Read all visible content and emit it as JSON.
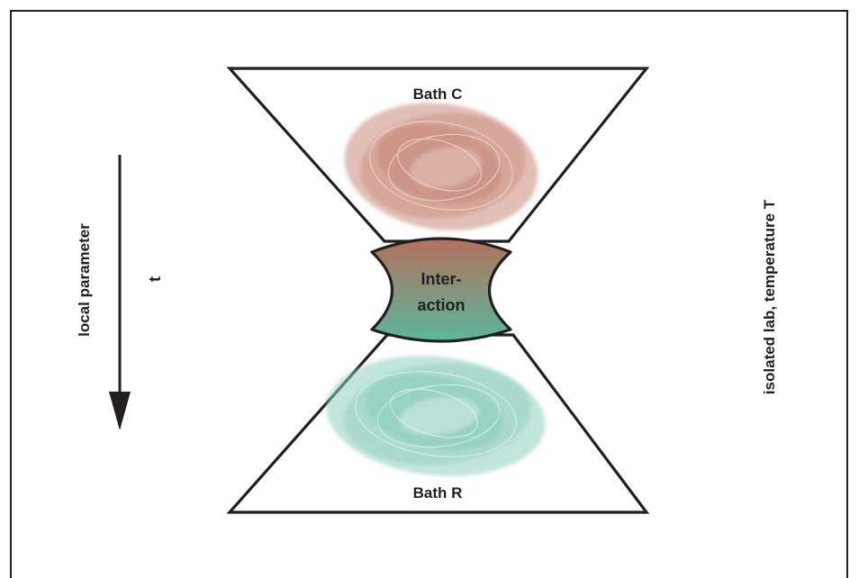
{
  "diagram": {
    "top_bath_label": "Bath C",
    "bottom_bath_label": "Bath R",
    "interaction_label_line1": "Inter-",
    "interaction_label_line2": "action",
    "left_axis_label": "local parameter",
    "time_label": "t",
    "right_label": "isolated lab, temperature T",
    "colors": {
      "frame": "#231f20",
      "bath_c": "#c98a7a",
      "bath_r": "#8fcfbf",
      "interaction_top": "#b4705c",
      "interaction_bottom": "#5ab79c"
    },
    "icons": {
      "arrow": "down-arrow-icon"
    }
  }
}
